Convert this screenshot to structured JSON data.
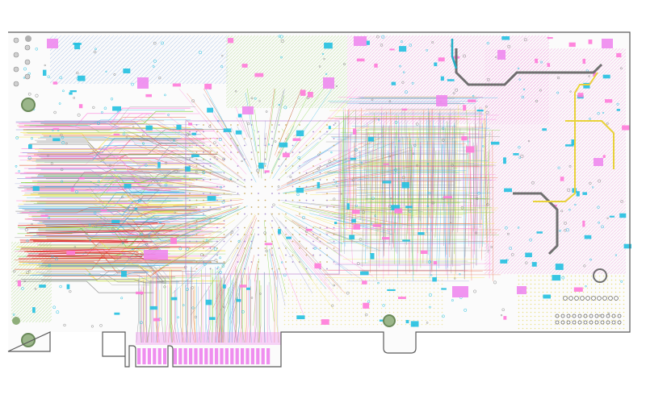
{
  "viewer": {
    "title": ""
  },
  "board": {
    "outline_color": "#5a5a5a",
    "layer_colors": {
      "top_copper": "#ff7ad9",
      "inner_1": "#f2e14a",
      "inner_2": "#7ad13a",
      "inner_3": "#3ab8e8",
      "inner_4": "#e86a4a",
      "bottom_copper": "#9aa0d8",
      "silkscreen": "#8a8a8a",
      "pads": "#ee88ee",
      "smd": "#22c0e0",
      "mounting": "#8fae7a"
    },
    "features": [
      "pcie-edge-connector",
      "mounting-holes",
      "bga-fanout-region",
      "power-section",
      "io-connectors"
    ]
  }
}
